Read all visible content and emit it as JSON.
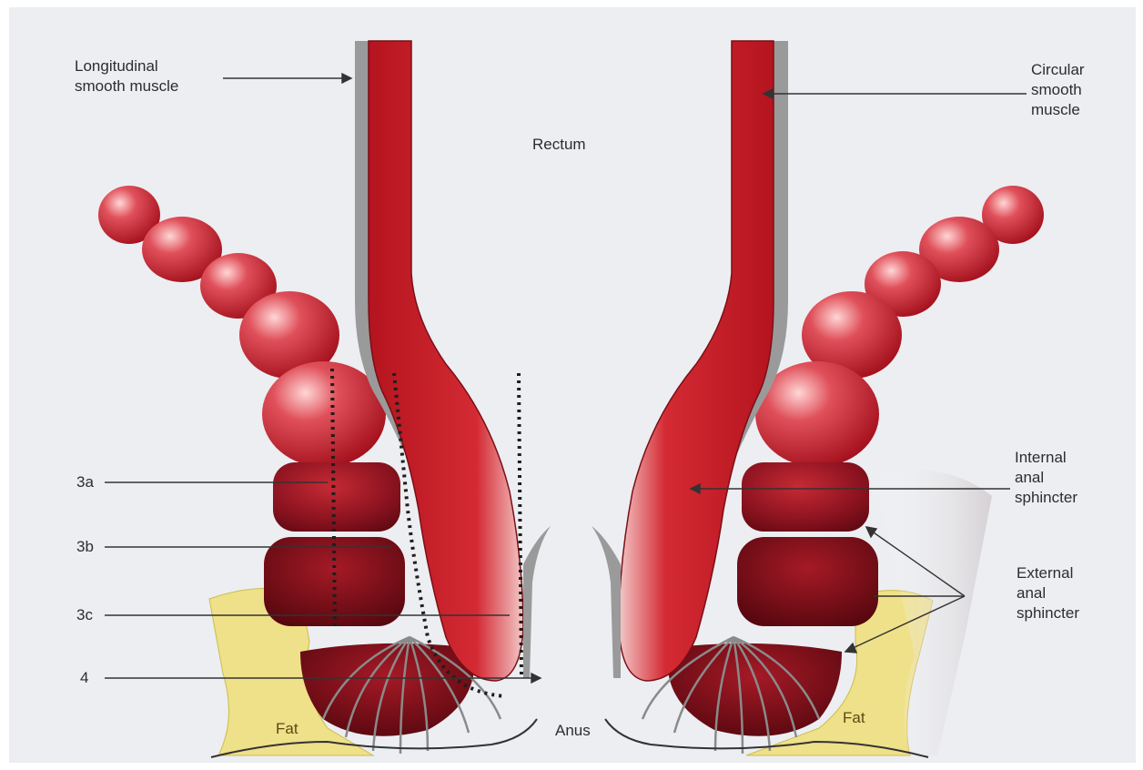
{
  "colors": {
    "background": "#eceef2",
    "muscle_red": "#c4202c",
    "muscle_dark": "#7a0f16",
    "smooth_grey": "#9a9a9a",
    "fat_yellow": "#efe08a",
    "line": "#333333"
  },
  "labels": {
    "longitudinal": "Longitudinal\nsmooth muscle",
    "circular": "Circular\nsmooth\nmuscle",
    "rectum": "Rectum",
    "internal": "Internal\nanal\nsphincter",
    "external": "External\nanal\nsphincter",
    "grade_3a": "3a",
    "grade_3b": "3b",
    "grade_3c": "3c",
    "grade_4": "4",
    "fat_left": "Fat",
    "fat_right": "Fat",
    "anus": "Anus"
  }
}
